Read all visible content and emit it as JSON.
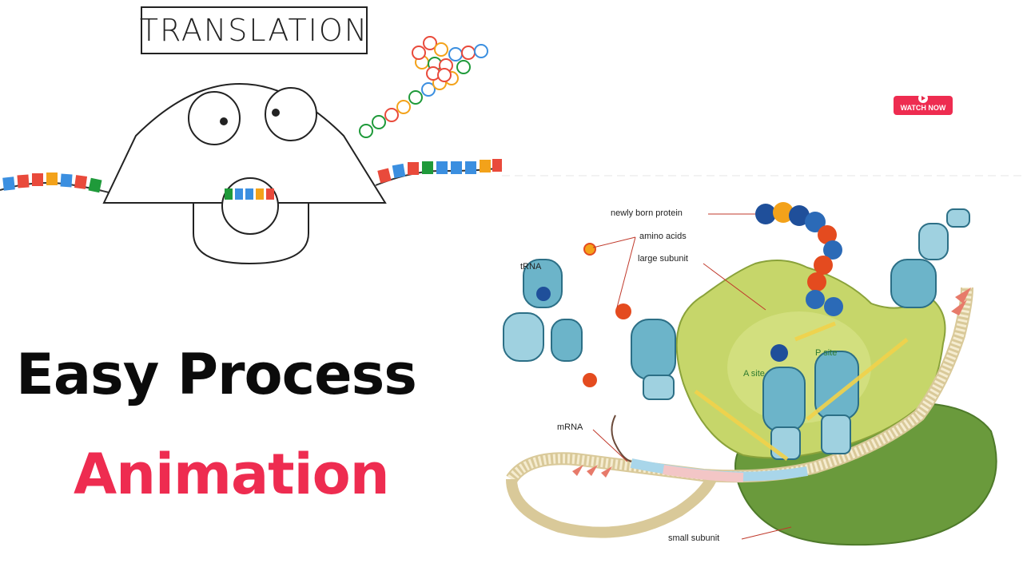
{
  "cartoon": {
    "title": "TRANSLATION"
  },
  "headline": "Easy Process",
  "subheadline": "Animation",
  "colors": {
    "accent": "#ee2c50",
    "headline": "#0b0b0b"
  },
  "watch_button": {
    "label": "WATCH NOW",
    "icon": "play-icon"
  },
  "diagram": {
    "labels": {
      "newly_born_protein": "newly born protein",
      "amino_acids": "amino acids",
      "large_subunit": "large subunit",
      "trna": "tRNA",
      "a_site": "A site",
      "p_site": "P site",
      "mrna": "mRNA",
      "small_subunit": "small subunit"
    }
  }
}
